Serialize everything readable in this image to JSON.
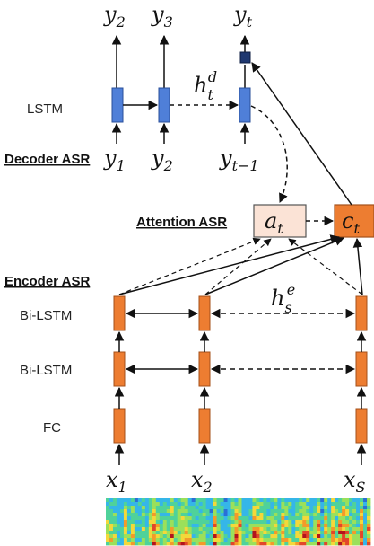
{
  "decoder": {
    "title": "Decoder ASR",
    "layer_label": "LSTM",
    "outputs": [
      {
        "base": "y",
        "sub": "2"
      },
      {
        "base": "y",
        "sub": "3"
      },
      {
        "base": "y",
        "sub": "t"
      }
    ],
    "inputs": [
      {
        "base": "y",
        "sub": "1"
      },
      {
        "base": "y",
        "sub": "2"
      },
      {
        "base": "y",
        "sub": "t−1"
      }
    ],
    "hidden": {
      "base": "h",
      "sub": "t",
      "sup": "d"
    }
  },
  "attention": {
    "title": "Attention ASR",
    "weight": {
      "base": "a",
      "sub": "t"
    },
    "context": {
      "base": "c",
      "sub": "t"
    }
  },
  "encoder": {
    "title": "Encoder ASR",
    "layers": [
      "Bi-LSTM",
      "Bi-LSTM",
      "FC"
    ],
    "hidden": {
      "base": "h",
      "sub": "s",
      "sup": "e"
    },
    "inputs": [
      {
        "base": "x",
        "sub": "1"
      },
      {
        "base": "x",
        "sub": "2"
      },
      {
        "base": "x",
        "sub": "S"
      }
    ]
  },
  "colors": {
    "decoder_cell": "#4f7fd8",
    "decoder_cell_border": "#2a4f9a",
    "output_node": "#1f3870",
    "encoder_cell": "#ed7d31",
    "encoder_cell_border": "#a4501a",
    "attention_fill": "#fbe3d6",
    "context_fill": "#ed7d31",
    "line": "#111111"
  }
}
